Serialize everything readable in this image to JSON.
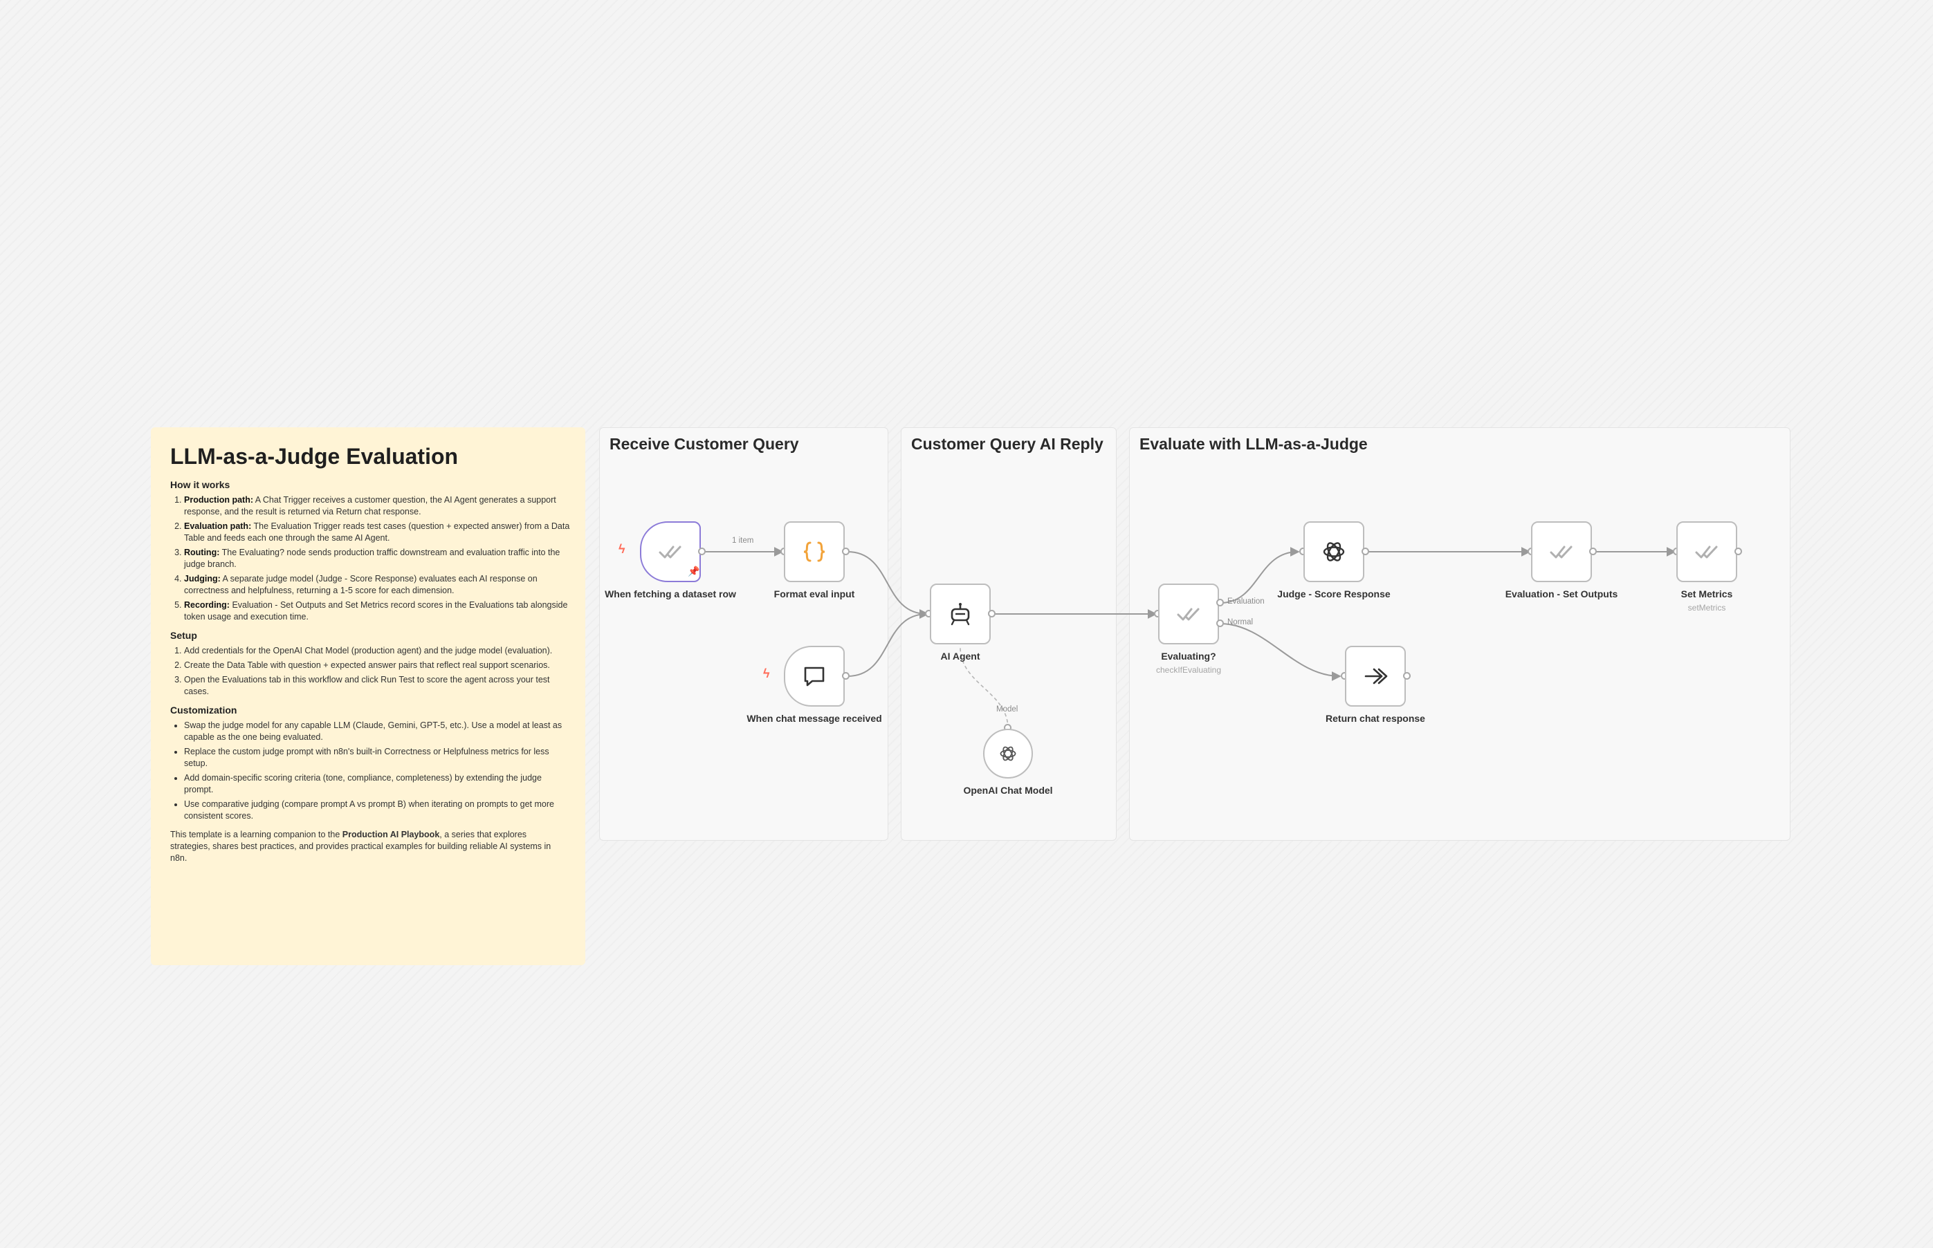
{
  "note": {
    "title": "LLM-as-a-Judge Evaluation",
    "how_heading": "How it works",
    "how_items": [
      {
        "bold": "Production path:",
        "text": " A Chat Trigger receives a customer question, the AI Agent generates a support response, and the result is returned via Return chat response."
      },
      {
        "bold": "Evaluation path:",
        "text": " The Evaluation Trigger reads test cases (question + expected answer) from a Data Table and feeds each one through the same AI Agent."
      },
      {
        "bold": "Routing:",
        "text": " The Evaluating? node sends production traffic downstream and evaluation traffic into the judge branch."
      },
      {
        "bold": "Judging:",
        "text": " A separate judge model (Judge - Score Response) evaluates each AI response on correctness and helpfulness, returning a 1-5 score for each dimension."
      },
      {
        "bold": "Recording:",
        "text": " Evaluation - Set Outputs and Set Metrics record scores in the Evaluations tab alongside token usage and execution time."
      }
    ],
    "setup_heading": "Setup",
    "setup_items": [
      "Add credentials for the OpenAI Chat Model (production agent) and the judge model (evaluation).",
      "Create the Data Table with question + expected answer pairs that reflect real support scenarios.",
      "Open the Evaluations tab in this workflow and click Run Test to score the agent across your test cases."
    ],
    "custom_heading": "Customization",
    "custom_items": [
      "Swap the judge model for any capable LLM (Claude, Gemini, GPT-5, etc.). Use a model at least as capable as the one being evaluated.",
      "Replace the custom judge prompt with n8n's built-in Correctness or Helpfulness metrics for less setup.",
      "Add domain-specific scoring criteria (tone, compliance, completeness) by extending the judge prompt.",
      "Use comparative judging (compare prompt A vs prompt B) when iterating on prompts to get more consistent scores."
    ],
    "footer_pre": "This template is a learning companion to the ",
    "footer_bold": "Production AI Playbook",
    "footer_post": ", a series that explores strategies, shares best practices, and provides practical examples for building reliable AI systems in n8n."
  },
  "sections": {
    "receive": "Receive Customer Query",
    "reply": "Customer Query AI Reply",
    "evaluate": "Evaluate with LLM-as-a-Judge"
  },
  "nodes": {
    "dataset_trigger": {
      "label": "When fetching a dataset row",
      "icon": "evaluation-check-icon"
    },
    "format_eval": {
      "label": "Format eval input",
      "icon": "code-braces-icon"
    },
    "chat_trigger": {
      "label": "When chat message received",
      "icon": "chat-bubble-icon"
    },
    "ai_agent": {
      "label": "AI Agent",
      "icon": "robot-icon"
    },
    "openai_model": {
      "label": "OpenAI Chat Model",
      "icon": "openai-icon"
    },
    "evaluating": {
      "label": "Evaluating?",
      "sublabel": "checkIfEvaluating",
      "icon": "evaluation-check-icon"
    },
    "judge": {
      "label": "Judge - Score Response",
      "icon": "openai-icon"
    },
    "set_outputs": {
      "label": "Evaluation - Set Outputs",
      "icon": "evaluation-check-icon"
    },
    "set_metrics": {
      "label": "Set Metrics",
      "sublabel": "setMetrics",
      "icon": "evaluation-check-icon"
    },
    "return_chat": {
      "label": "Return chat response",
      "icon": "double-arrow-icon"
    }
  },
  "edge_labels": {
    "one_item": "1 item",
    "model": "Model",
    "evaluation": "Evaluation",
    "normal": "Normal"
  },
  "colors": {
    "note_bg": "#fff4d6",
    "trigger_bolt": "#ff6d5a",
    "pinned_trigger_border": "#8c7bd8",
    "code_icon": "#f2a33a"
  }
}
